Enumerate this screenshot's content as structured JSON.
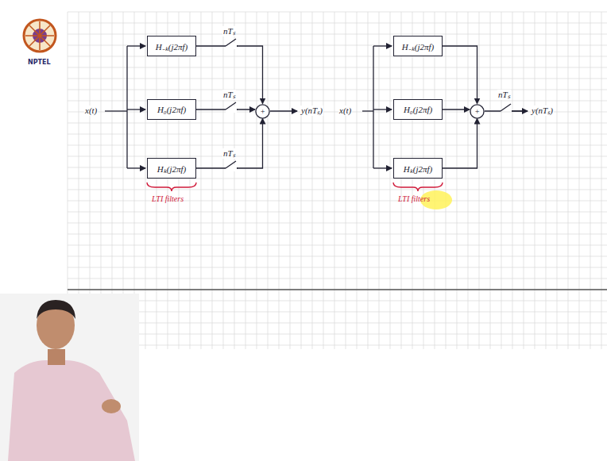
{
  "diagram": {
    "nodes": [
      {
        "text": [
          "H₋ₖ(j2πf)"
        ]
      },
      {
        "text": [
          "H₀(j2πf)"
        ]
      },
      {
        "text": [
          "Hₖ(j2πf)"
        ]
      },
      {
        "text": [
          "+"
        ]
      },
      {
        "text": [
          "H₋ₖ(j2πf)"
        ]
      },
      {
        "text": [
          "H₀(j2πf)"
        ]
      },
      {
        "text": [
          "Hₖ(j2πf)"
        ]
      },
      {
        "text": [
          "+"
        ]
      }
    ],
    "edges": [
      {
        "from": 0,
        "to": 3,
        "arrow": "to"
      },
      {
        "from": 1,
        "to": 3,
        "arrow": "to"
      },
      {
        "from": 2,
        "to": 3,
        "arrow": "to"
      },
      {
        "from": 4,
        "to": 7,
        "arrow": "to"
      },
      {
        "from": 5,
        "to": 7,
        "arrow": "to"
      },
      {
        "from": 6,
        "to": 7,
        "arrow": "to"
      }
    ],
    "labels": [
      "NPTEL",
      "x(t)",
      "nTₛ",
      "nTₛ",
      "nTₛ",
      "y(nTₛ)",
      "LTI filters",
      "x(t)",
      "nTₛ",
      "y(nTₛ)",
      "LTI filters"
    ]
  }
}
